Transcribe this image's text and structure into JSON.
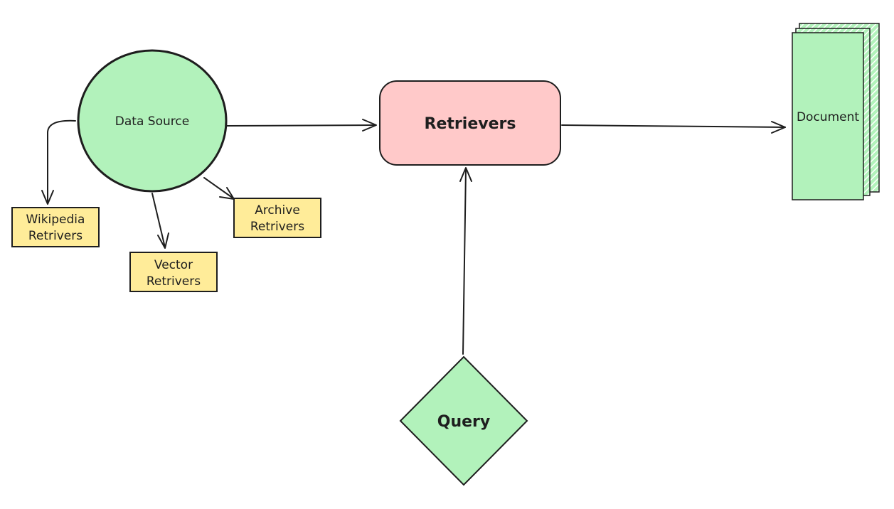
{
  "nodes": {
    "data_source": {
      "label": "Data Source"
    },
    "retrievers": {
      "label": "Retrievers"
    },
    "document": {
      "label": "Document"
    },
    "query": {
      "label": "Query"
    },
    "wikipedia": {
      "line1": "Wikipedia",
      "line2": "Retrivers"
    },
    "vector": {
      "line1": "Vector",
      "line2": "Retrivers"
    },
    "archive": {
      "line1": "Archive",
      "line2": "Retrivers"
    }
  },
  "colors": {
    "green": "#b2f2bb",
    "pink": "#ffc9c9",
    "yellow": "#ffec99",
    "stroke": "#1e1e1e"
  }
}
